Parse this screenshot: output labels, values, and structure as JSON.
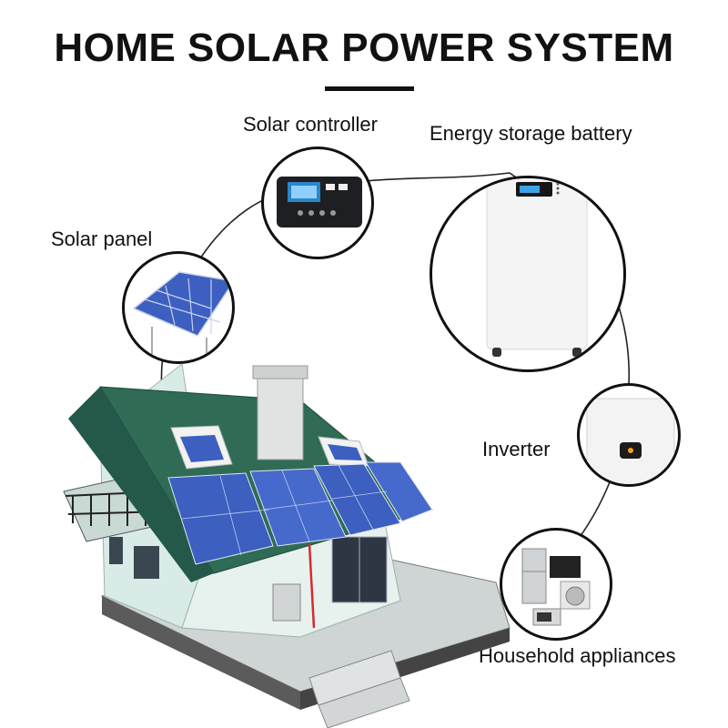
{
  "title": "HOME SOLAR POWER SYSTEM",
  "components": {
    "solar_controller": "Solar controller",
    "energy_storage_battery": "Energy storage battery",
    "solar_panel": "Solar panel",
    "inverter": "Inverter",
    "household_appliances": "Household appliances"
  },
  "colors": {
    "roof": "#2f6b55",
    "walls": "#d9ebe6",
    "panel": "#3c5fc0",
    "wire": "#d62b2b",
    "controller_screen": "#2b86c8"
  }
}
